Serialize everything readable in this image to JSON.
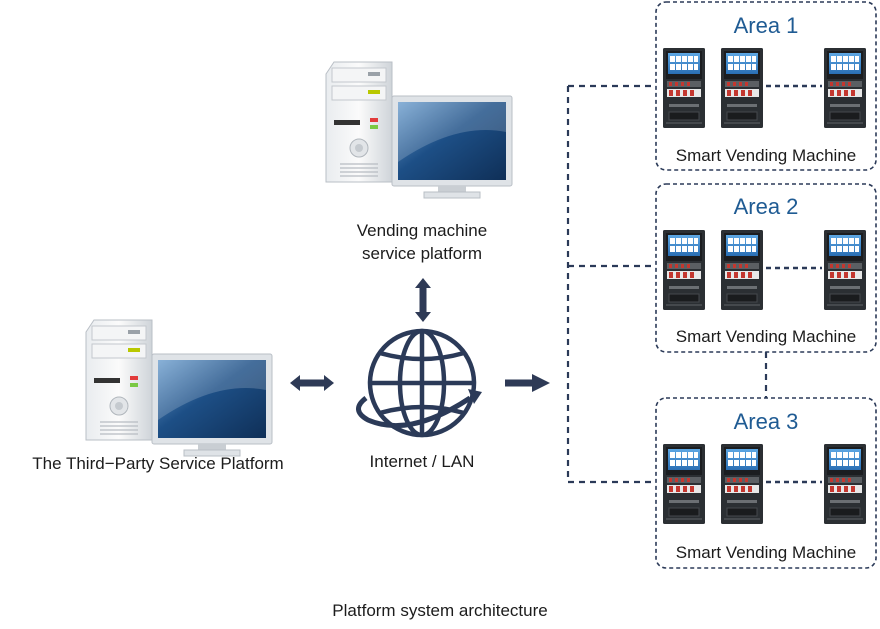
{
  "labels": {
    "vending_platform_line1": "Vending machine",
    "vending_platform_line2": "service platform",
    "third_party": "The Third−Party Service Platform",
    "network": "Internet / LAN",
    "caption": "Platform system architecture"
  },
  "areas": [
    {
      "title": "Area 1",
      "subtitle": "Smart Vending Machine"
    },
    {
      "title": "Area 2",
      "subtitle": "Smart Vending Machine"
    },
    {
      "title": "Area 3",
      "subtitle": "Smart Vending Machine"
    }
  ],
  "icons": {
    "server": "server-computer-icon",
    "network": "globe-icon",
    "machine": "vending-machine-icon"
  },
  "colors": {
    "arrow": "#2e3a56",
    "globe": "#2b3a58",
    "connector": "#2b3a58",
    "area_title": "#1f5b93",
    "machine_screen": "#3d86c7",
    "monitor_screen": "#1d4f86"
  }
}
